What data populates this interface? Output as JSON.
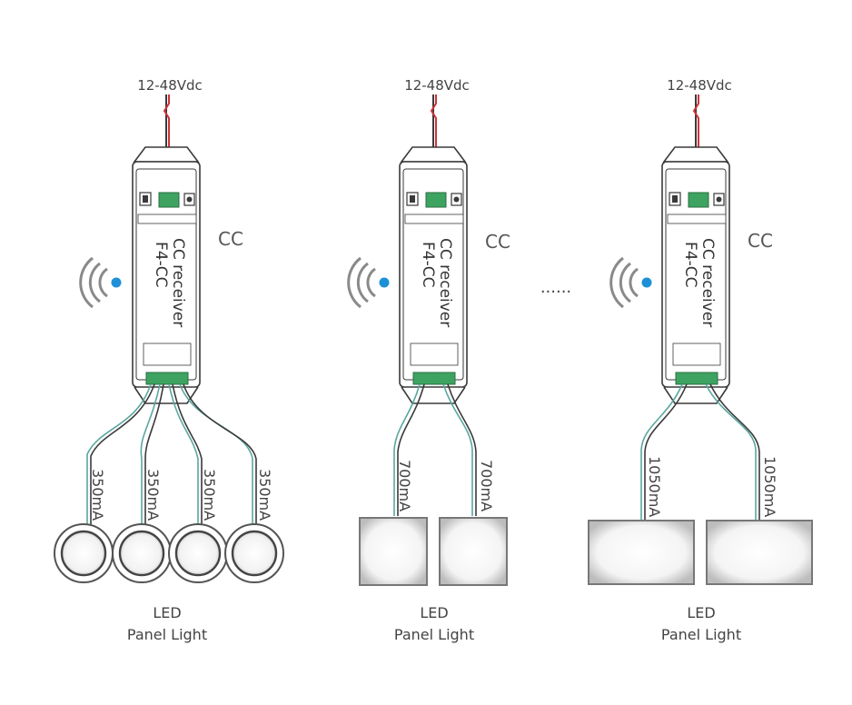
{
  "diagram": {
    "groups": [
      {
        "supply_label": "12-48Vdc",
        "device_name": "CC receiver",
        "device_model": "F4-CC",
        "mode_label": "CC",
        "output_current": "350mA",
        "load_label_line1": "LED",
        "load_label_line2": "Panel Light",
        "load_shape": "round-downlight",
        "load_count": 4
      },
      {
        "supply_label": "12-48Vdc",
        "device_name": "CC receiver",
        "device_model": "F4-CC",
        "mode_label": "CC",
        "output_current": "700mA",
        "load_label_line1": "LED",
        "load_label_line2": "Panel Light",
        "load_shape": "square-panel",
        "load_count": 2
      },
      {
        "supply_label": "12-48Vdc",
        "device_name": "CC receiver",
        "device_model": "F4-CC",
        "mode_label": "CC",
        "output_current": "1050mA",
        "load_label_line1": "LED",
        "load_label_line2": "Panel Light",
        "load_shape": "rectangular-panel",
        "load_count": 2
      }
    ],
    "separator": "......",
    "wireless_icon": "rf-signal-icon",
    "colors": {
      "outline": "#3a3a3a",
      "wire_red": "#d0333a",
      "wire_teal": "#5aa7a0",
      "terminal_green": "#3ea361",
      "signal_dot": "#1e90d8",
      "signal_arc": "#8a8a8a"
    }
  }
}
